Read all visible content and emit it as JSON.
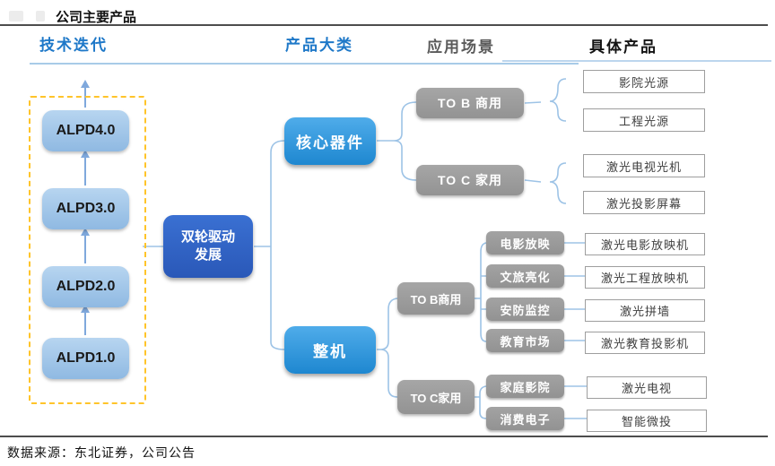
{
  "title": "公司主要产品",
  "source": "数据来源：东北证券，公司公告",
  "headers": {
    "tech": "技术迭代",
    "category": "产品大类",
    "scenario": "应用场景",
    "product": "具体产品"
  },
  "tech": {
    "items": [
      "ALPD4.0",
      "ALPD3.0",
      "ALPD2.0",
      "ALPD1.0"
    ]
  },
  "driver": {
    "line1": "双轮驱动",
    "line2": "发展"
  },
  "core": {
    "label": "核心器件",
    "groups": [
      {
        "scenario": "TO B 商用",
        "products": [
          "影院光源",
          "工程光源"
        ]
      },
      {
        "scenario": "TO C 家用",
        "products": [
          "激光电视光机",
          "激光投影屏幕"
        ]
      }
    ]
  },
  "whole": {
    "label": "整机",
    "groups": [
      {
        "scenario": "TO  B商用",
        "rows": [
          {
            "market": "电影放映",
            "product": "激光电影放映机"
          },
          {
            "market": "文旅亮化",
            "product": "激光工程放映机"
          },
          {
            "market": "安防监控",
            "product": "激光拼墙"
          },
          {
            "market": "教育市场",
            "product": "激光教育投影机"
          }
        ]
      },
      {
        "scenario": "TO  C家用",
        "rows": [
          {
            "market": "家庭影院",
            "product": "激光电视"
          },
          {
            "market": "消费电子",
            "product": "智能微投"
          }
        ]
      }
    ]
  },
  "colors": {
    "header_blue": "#1e78c8",
    "driver_blue": "#2e62c4",
    "category_blue": "#2e97de",
    "gray_node": "#9c9c9c",
    "dashed_border": "#ffc42a",
    "connector_blue": "#9dc3e6",
    "arrow_blue": "#6f9ad9"
  }
}
